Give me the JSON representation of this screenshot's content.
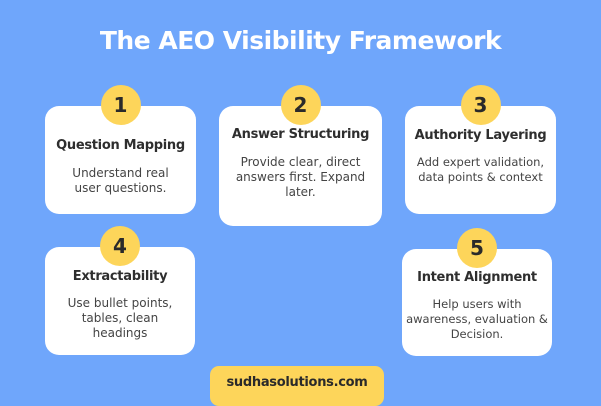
{
  "title": "The AEO Visibility Framework",
  "steps": [
    {
      "number": "1",
      "title": "Question Mapping",
      "description": "Understand real user questions."
    },
    {
      "number": "2",
      "title": "Answer Structuring",
      "description": "Provide clear, direct answers first. Expand later."
    },
    {
      "number": "3",
      "title": "Authority Layering",
      "description": "Add expert validation, data points & context"
    },
    {
      "number": "4",
      "title": "Extractability",
      "description": "Use bullet points, tables, clean headings"
    },
    {
      "number": "5",
      "title": "Intent Alignment",
      "description": "Help users with awareness, evaluation & Decision."
    }
  ],
  "footer": {
    "label": "sudhasolutions.com"
  },
  "colors": {
    "background": "#6fa6fb",
    "card": "#ffffff",
    "accent": "#fdd55a",
    "text": "#2e2e2e"
  }
}
